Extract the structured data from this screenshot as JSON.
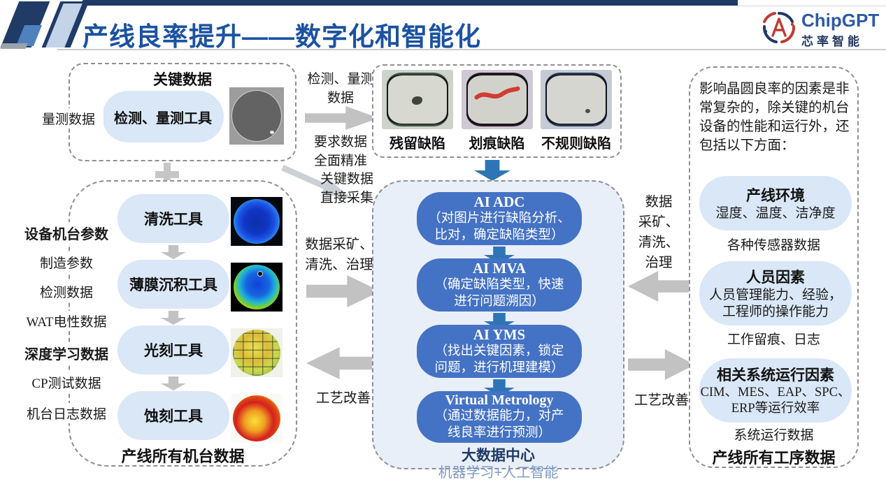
{
  "header": {
    "title": "产线良率提升——数字化和智能化",
    "logo": {
      "brand": "ChipGPT",
      "brand_cn": "芯率智能"
    }
  },
  "key_data": {
    "title": "关键数据",
    "side_label": "量测数据",
    "tool_pill": "检测、量测工具"
  },
  "top_flow": {
    "label_data": "检测、量测\n数据",
    "label_requirement": "要求数据\n全面精准"
  },
  "defect_box": {
    "items": [
      {
        "label": "残留缺陷"
      },
      {
        "label": "划痕缺陷"
      },
      {
        "label": "不规则缺陷"
      }
    ]
  },
  "left_flow": {
    "label_collect": "关键数据\n直接采集",
    "label_mining": "数据采矿、\n清洗、治理",
    "label_improve": "工艺改善"
  },
  "machine_box": {
    "side_labels": [
      "设备机台参数",
      "制造参数",
      "检测数据",
      "WAT电性数据",
      "深度学习数据",
      "CP测试数据",
      "机台日志数据"
    ],
    "tools": [
      "清洗工具",
      "薄膜沉积工具",
      "光刻工具",
      "蚀刻工具"
    ],
    "footer": "产线所有机台数据"
  },
  "ai_box": {
    "pills": [
      {
        "title": "AI ADC",
        "desc": "（对图片进行缺陷分析、\n比对，确定缺陷类型）"
      },
      {
        "title": "AI MVA",
        "desc": "（确定缺陷类型，快速\n进行问题溯因）"
      },
      {
        "title": "AI YMS",
        "desc": "（找出关键因素，锁定\n问题，进行机理建模）"
      },
      {
        "title": "Virtual Metrology",
        "desc": "（通过数据能力，对产\n线良率进行预测）"
      }
    ],
    "footer_title": "大数据中心",
    "footer_sub": "机器学习+人工智能"
  },
  "right_flow": {
    "label_mining": "数据\n采矿、\n清洗、\n治理",
    "label_improve": "工艺改善"
  },
  "factor_box": {
    "intro": "影响晶圆良率的因素是非常复杂的，除关键的机台设备的性能和运行外，还包括以下方面：",
    "groups": [
      {
        "title": "产线环境",
        "desc": "湿度、温度、洁净度",
        "note": "各种传感器数据"
      },
      {
        "title": "人员因素",
        "desc": "人员管理能力、经验，\n工程师的操作能力",
        "note": "工作留痕、日志"
      },
      {
        "title": "相关系统运行因素",
        "desc": "CIM、MES、EAP、SPC、\nERP等运行效率",
        "note": "系统运行数据"
      }
    ],
    "footer": "产线所有工序数据"
  },
  "colors": {
    "title_blue": "#1B52A1",
    "navy": "#1F3864",
    "pill_blue": "#4472C4",
    "pill_light": "#D9E7F6",
    "arrow_grey": "#C2C2C2",
    "arrow_blue": "#2E75B6",
    "center_bg": "#E9EFF9"
  }
}
